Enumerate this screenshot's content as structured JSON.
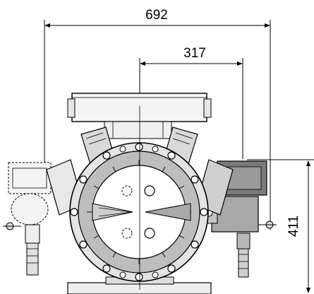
{
  "dimensions": {
    "overall_width": "692",
    "offset_width": "317",
    "height": "411"
  },
  "colors": {
    "line": "#000000",
    "light_body": "#f2f2f2",
    "mid_gray": "#bdbdbd",
    "dark_gray": "#6f6f6f",
    "highlight": "#dcdcdc"
  }
}
